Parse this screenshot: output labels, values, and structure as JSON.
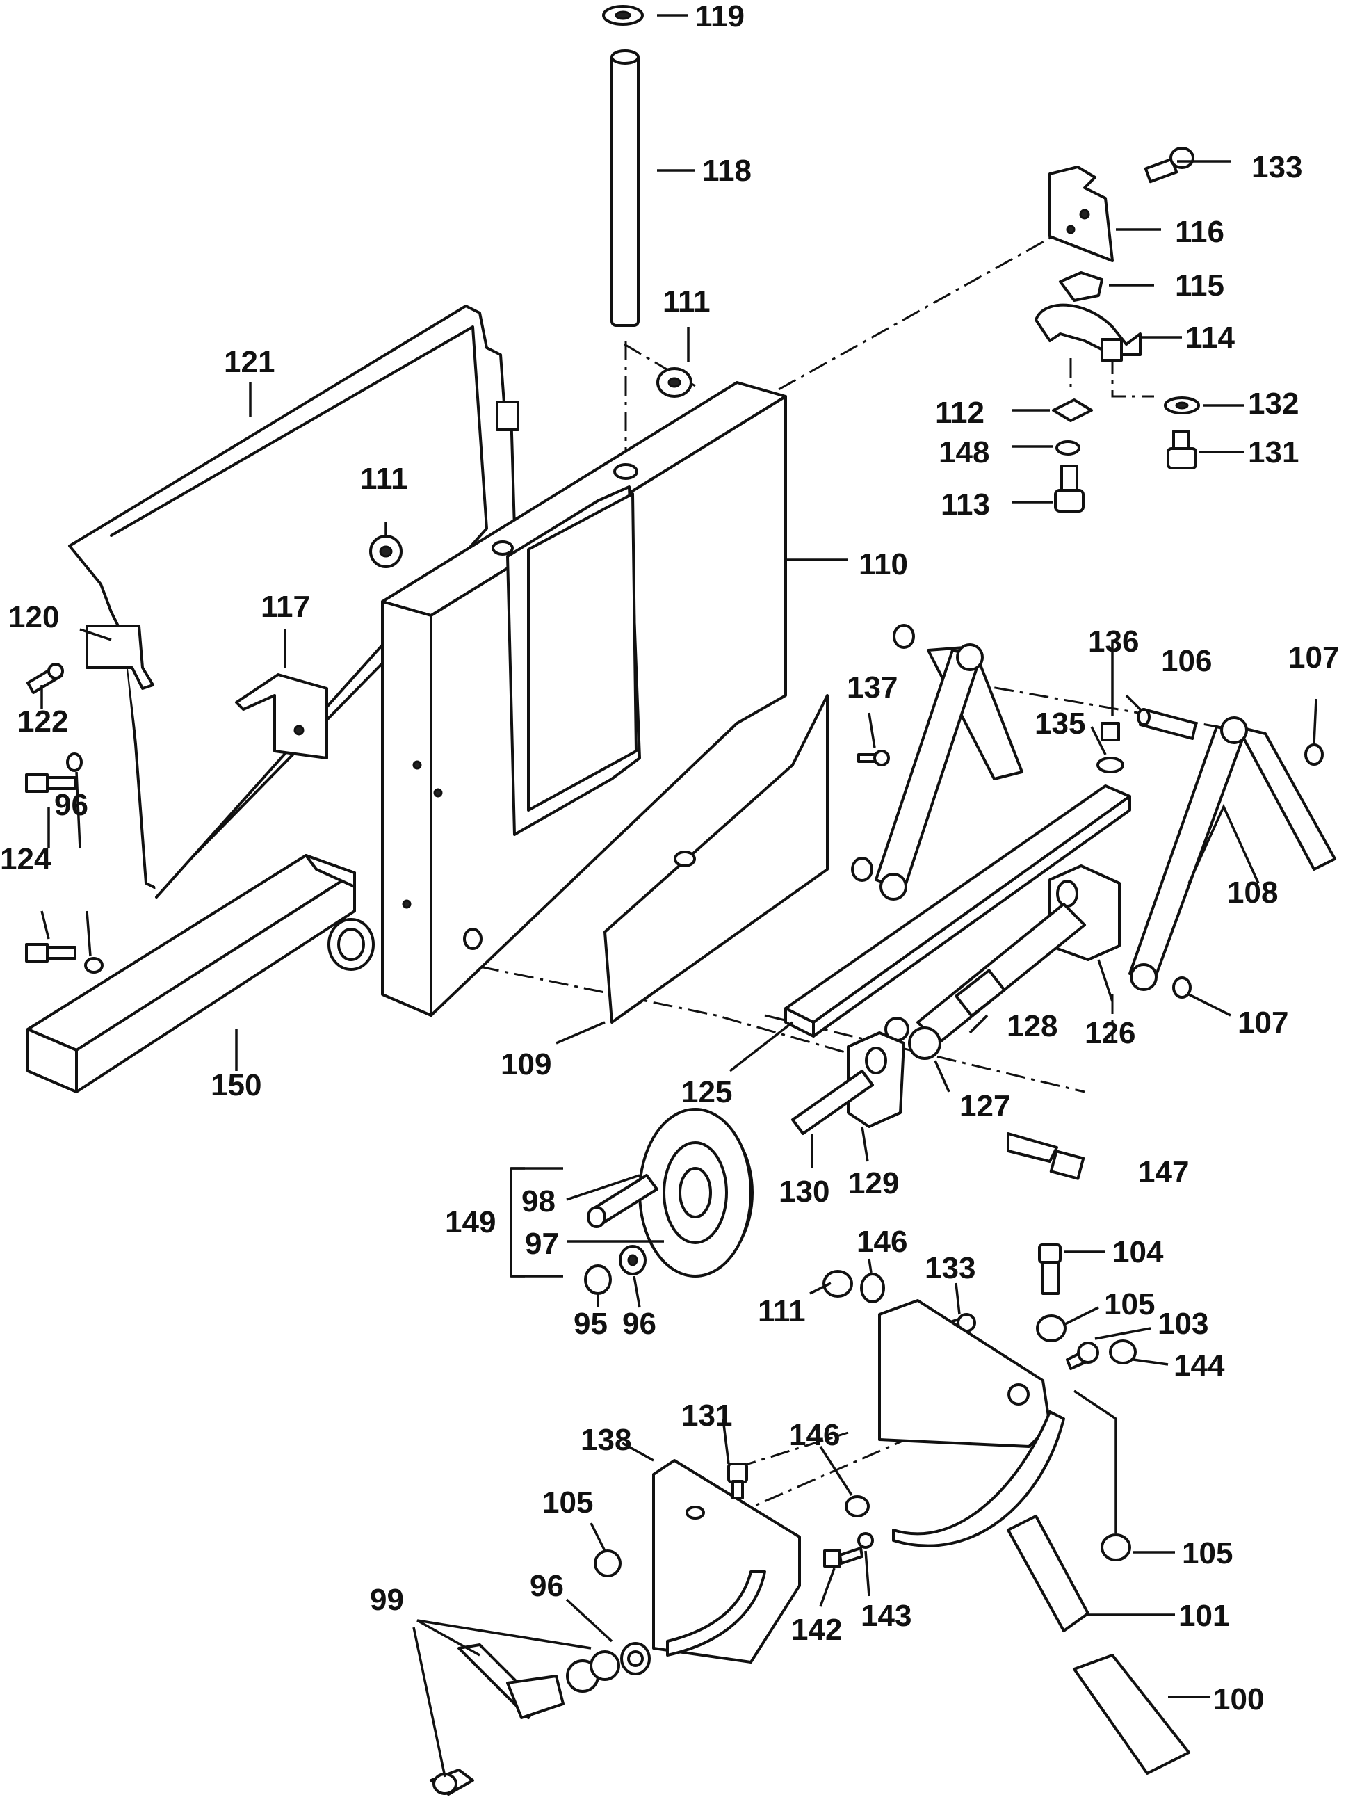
{
  "diagram": {
    "labels": {
      "l95": "95",
      "l96a": "96",
      "l96b": "96",
      "l96c": "96",
      "l97": "97",
      "l98": "98",
      "l99": "99",
      "l100": "100",
      "l101": "101",
      "l103": "103",
      "l104": "104",
      "l105a": "105",
      "l105b": "105",
      "l105c": "105",
      "l106": "106",
      "l107a": "107",
      "l107b": "107",
      "l108": "108",
      "l109": "109",
      "l110": "110",
      "l111a": "111",
      "l111b": "111",
      "l111c": "111",
      "l112": "112",
      "l113": "113",
      "l114": "114",
      "l115": "115",
      "l116": "116",
      "l117": "117",
      "l118": "118",
      "l119": "119",
      "l120": "120",
      "l121": "121",
      "l122": "122",
      "l124": "124",
      "l125": "125",
      "l126": "126",
      "l127": "127",
      "l128": "128",
      "l129": "129",
      "l130": "130",
      "l131a": "131",
      "l131b": "131",
      "l132": "132",
      "l133a": "133",
      "l133b": "133",
      "l135": "135",
      "l136": "136",
      "l137": "137",
      "l138": "138",
      "l142": "142",
      "l143": "143",
      "l144": "144",
      "l146a": "146",
      "l146b": "146",
      "l147": "147",
      "l148": "148",
      "l149": "149",
      "l150": "150"
    }
  }
}
